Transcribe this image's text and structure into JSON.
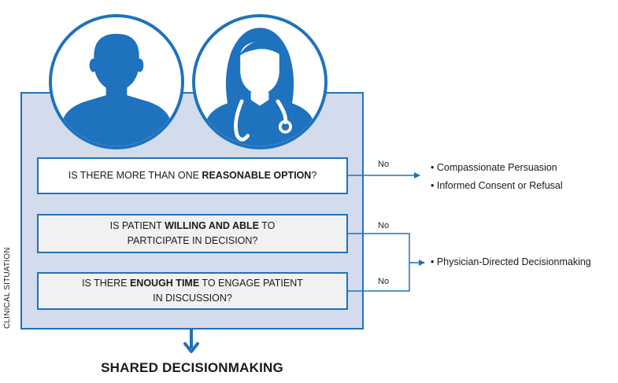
{
  "side_label": "CLINICAL SITUATION",
  "questions": [
    {
      "pre": "IS THERE MORE THAN ONE ",
      "bold": "REASONABLE OPTION",
      "post": "?"
    },
    {
      "pre": "IS PATIENT ",
      "bold": "WILLING AND ABLE",
      "post": " TO PARTICIPATE IN DECISION?"
    },
    {
      "pre": "IS THERE ",
      "bold": "ENOUGH TIME",
      "post": " TO ENGAGE PATIENT IN DISCUSSION?"
    }
  ],
  "no_labels": [
    "No",
    "No",
    "No"
  ],
  "outcomes": {
    "option_a": "• Compassionate Persuasion",
    "option_b": "• Informed Consent or Refusal",
    "physician": "• Physician-Directed Decisionmaking"
  },
  "final_label": "SHARED DECISIONMAKING",
  "icons": {
    "patient": "patient-icon",
    "doctor": "doctor-icon"
  },
  "colors": {
    "accent": "#1e72be",
    "panel": "#d3dcec",
    "box_gray": "#f1f1f1"
  }
}
